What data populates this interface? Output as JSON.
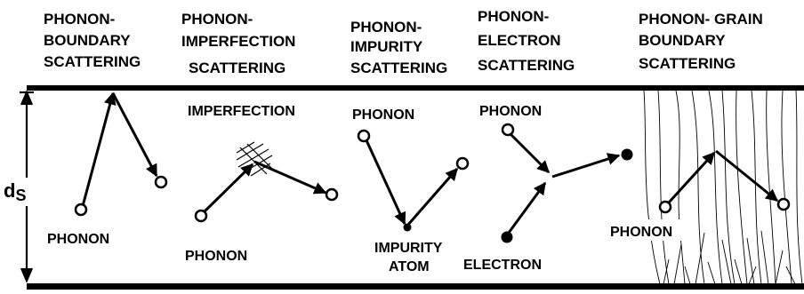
{
  "panels": [
    {
      "heading": [
        "PHONON-",
        "BOUNDARY",
        "SCATTERING"
      ],
      "labels": {
        "phonon": "PHONON"
      }
    },
    {
      "heading": [
        "PHONON-",
        "IMPERFECTION",
        "SCATTERING"
      ],
      "labels": {
        "imperfection": "IMPERFECTION",
        "phonon": "PHONON"
      }
    },
    {
      "heading": [
        "PHONON-",
        "IMPURITY",
        "SCATTERING"
      ],
      "labels": {
        "phonon": "PHONON",
        "impurity_1": "IMPURITY",
        "impurity_2": "ATOM"
      }
    },
    {
      "heading": [
        "PHONON-",
        "ELECTRON",
        "SCATTERING"
      ],
      "labels": {
        "phonon": "PHONON",
        "electron": "ELECTRON"
      }
    },
    {
      "heading": [
        "PHONON- GRAIN",
        "BOUNDARY",
        "SCATTERING"
      ],
      "labels": {
        "phonon": "PHONON"
      }
    }
  ],
  "thickness_symbol": {
    "main": "d",
    "sub": "S"
  }
}
